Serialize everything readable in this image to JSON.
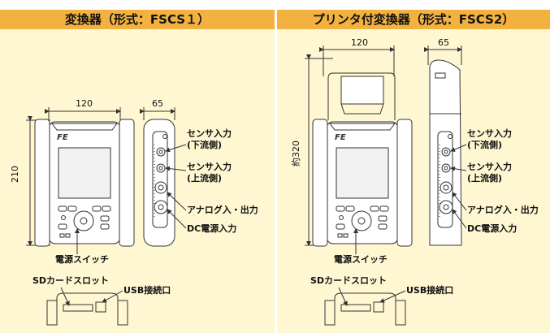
{
  "left": {
    "title": "変換器（形式：FSCS１）",
    "dim_width": "120",
    "dim_depth": "65",
    "dim_height": "210",
    "labels": {
      "sensor_down_1": "センサ入力",
      "sensor_down_2": "(下流側)",
      "sensor_up_1": "センサ入力",
      "sensor_up_2": "(上流側)",
      "analog_io": "アナログ入・出力",
      "dc_power": "DC電源入力",
      "power_switch": "電源スイッチ",
      "sd_slot": "SDカードスロット",
      "usb_port": "USB接続口"
    }
  },
  "right": {
    "title": "プリンタ付変換器（形式：FSCS2）",
    "dim_width": "120",
    "dim_depth": "65",
    "dim_height": "約320",
    "labels": {
      "sensor_down_1": "センサ入力",
      "sensor_down_2": "(下流側)",
      "sensor_up_1": "センサ入力",
      "sensor_up_2": "(上流側)",
      "analog_io": "アナログ入・出力",
      "dc_power": "DC電源入力",
      "power_switch": "電源スイッチ",
      "sd_slot": "SDカードスロット",
      "usb_port": "USB接続口"
    }
  },
  "colors": {
    "header": "#f3b23f",
    "panel": "#fff7d2",
    "line": "#333333"
  }
}
